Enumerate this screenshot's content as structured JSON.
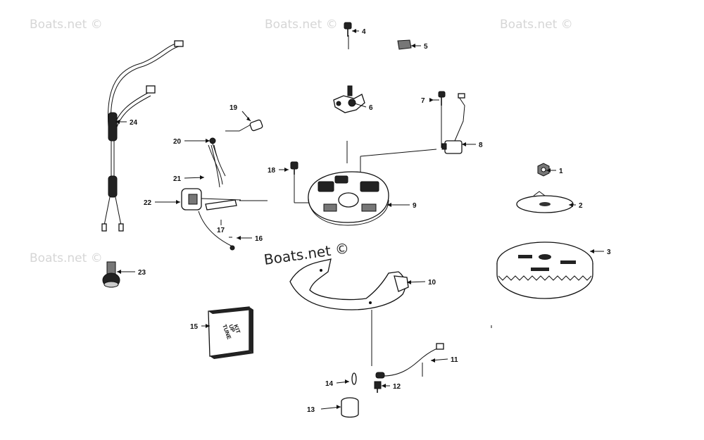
{
  "watermark": {
    "text": "Boats.net ©",
    "main_text": "Boats.net ©"
  },
  "kit_box": {
    "lines": [
      "TUNE",
      "UP",
      "KIT"
    ]
  },
  "callouts": [
    "1",
    "2",
    "3",
    "4",
    "5",
    "6",
    "7",
    "8",
    "9",
    "10",
    "11",
    "12",
    "13",
    "14",
    "15",
    "16",
    "17",
    "18",
    "19",
    "20",
    "21",
    "22",
    "23",
    "24"
  ]
}
